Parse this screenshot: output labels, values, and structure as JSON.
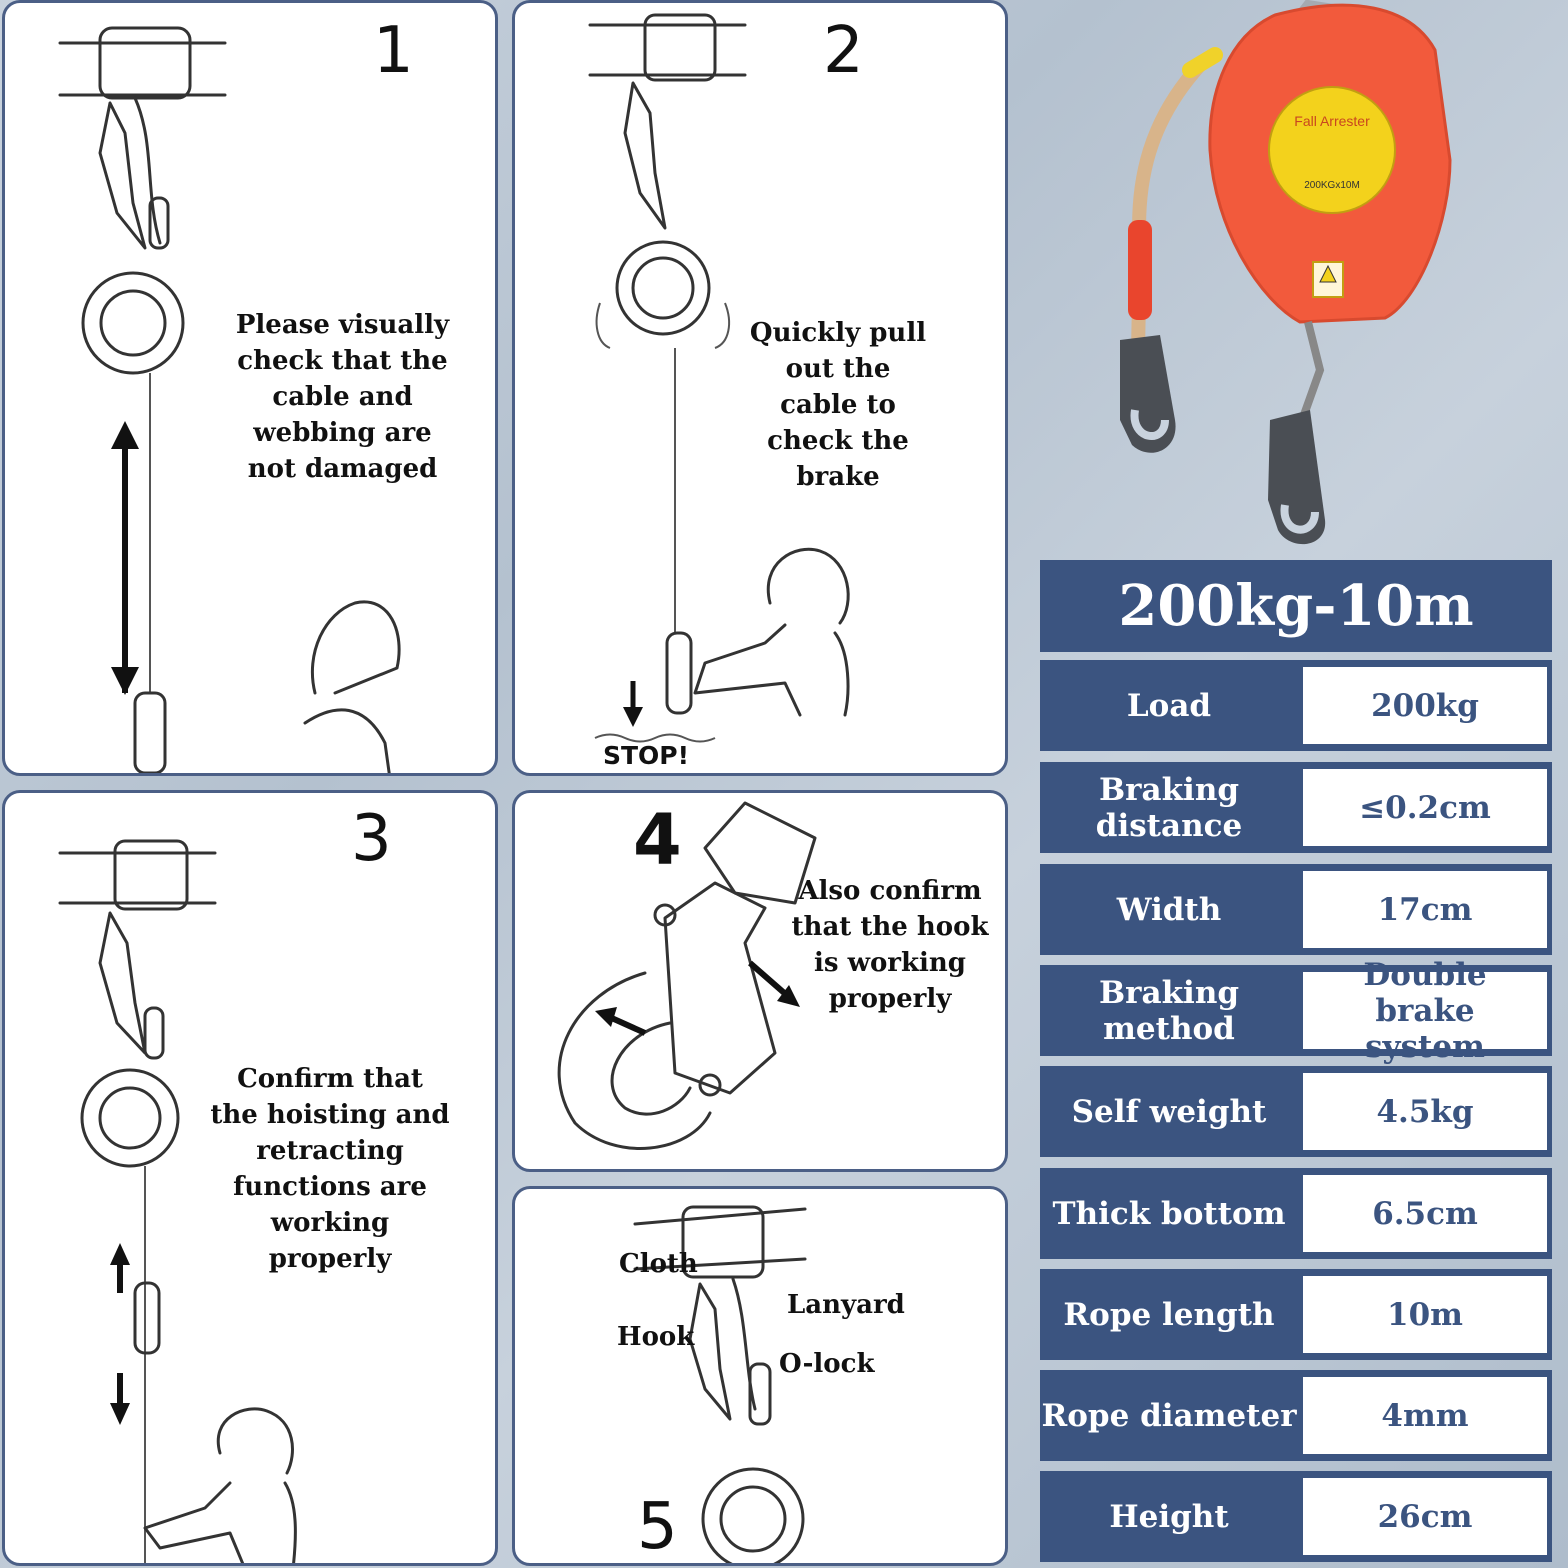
{
  "steps": [
    {
      "number": "1",
      "text": "Please visually check that the cable and webbing are not damaged"
    },
    {
      "number": "2",
      "text": "Quickly pull out the cable to check the brake",
      "stop_label": "STOP!"
    },
    {
      "number": "3",
      "text": "Confirm that the hoisting and retracting functions are working properly"
    },
    {
      "number": "4",
      "text": "Also confirm that the hook is working properly"
    },
    {
      "number": "5",
      "labels": {
        "cloth": "Cloth",
        "hook": "Hook",
        "lanyard": "Lanyard",
        "olock": "O-lock"
      }
    }
  ],
  "product": {
    "label_title": "Fall Arrester",
    "label_rating": "200KGx10M",
    "colors": {
      "body": "#f25a3c",
      "label": "#f3d21c",
      "hook": "#4a4e54"
    }
  },
  "specs": {
    "title": "200kg-10m",
    "rows": [
      {
        "key": "Load",
        "value": "200kg"
      },
      {
        "key": "Braking distance",
        "value": "≤0.2cm"
      },
      {
        "key": "Width",
        "value": "17cm"
      },
      {
        "key": "Braking method",
        "value": "Double brake system"
      },
      {
        "key": "Self weight",
        "value": "4.5kg"
      },
      {
        "key": "Thick bottom",
        "value": "6.5cm"
      },
      {
        "key": "Rope length",
        "value": "10m"
      },
      {
        "key": "Rope diameter",
        "value": "4mm"
      },
      {
        "key": "Height",
        "value": "26cm"
      }
    ]
  },
  "colors": {
    "panel_border": "#4b5f86",
    "spec_blue": "#3b5480"
  }
}
